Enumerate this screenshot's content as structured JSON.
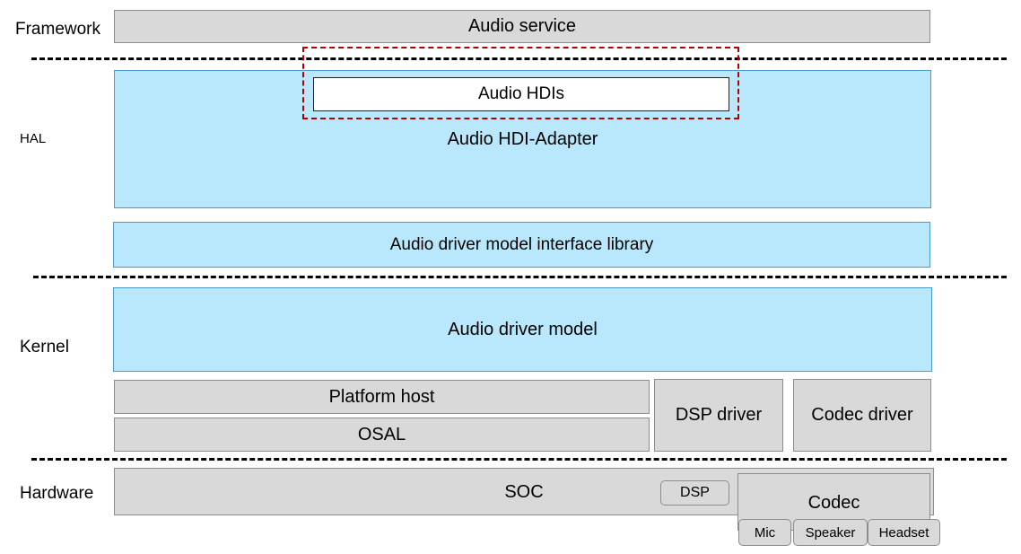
{
  "layers": {
    "framework": "Framework",
    "hal": "HAL",
    "kernel": "Kernel",
    "hardware": "Hardware"
  },
  "framework": {
    "audio_service": "Audio service"
  },
  "hal": {
    "audio_hdis": "Audio HDIs",
    "hdi_adapter": "Audio HDI-Adapter",
    "interface_library": "Audio driver model interface library"
  },
  "kernel": {
    "driver_model": "Audio driver model",
    "platform_host": "Platform host",
    "osal": "OSAL",
    "dsp_driver": "DSP driver",
    "codec_driver": "Codec driver"
  },
  "hardware": {
    "soc": "SOC",
    "dsp": "DSP",
    "codec": "Codec",
    "mic": "Mic",
    "speaker": "Speaker",
    "headset": "Headset"
  },
  "colors": {
    "gray_fill": "#d9d9d9",
    "blue_fill": "#b9e8fc",
    "highlight_border": "#b00000"
  }
}
